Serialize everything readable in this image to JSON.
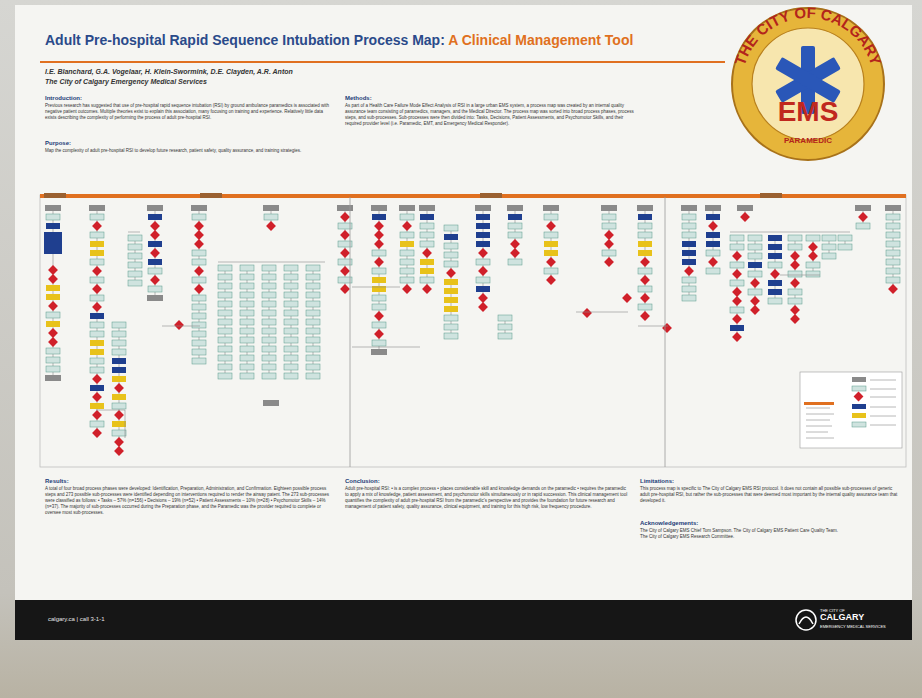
{
  "diagram": {
    "title": "Adult Pre-hospital Rapid Sequence Intubation Process Map:",
    "labels": [
      "A Clinical Management Tool",
      "I.E. Blanchard, G.A. Vogelaar, H. Klein-Swormink, D.E. Clayden, A.R. Anton",
      "The City of Calgary Emergency Medical Services",
      "Introduction:",
      "Previous research has suggested that use of pre-hospital rapid sequence intubation (RSI) by ground ambulance paramedics is associated with negative patient outcomes. Multiple theories exist to explain this association, many focusing on training and experience. Relatively little data exists describing the complexity of performing the process of adult pre-hospital RSI.",
      "Purpose:",
      "Map the complexity of adult pre-hospital RSI to develop future research, patient safety, quality assurance, and training strategies.",
      "Methods:",
      "As part of a Health Care Failure Mode Effect Analysis of RSI in a large urban EMS system, a process map was created by an internal quality assurance team consisting of paramedics, managers, and the Medical Director. The process map was sorted into broad process phases, process steps, and sub-processes. Sub-processes were then divided into: Tasks, Decisions, Patient Assessments, and Psychomotor Skills, and their required provider level (i.e. Paramedic, EMT, and Emergency Medical Responder).",
      "Results:",
      "A total of four broad process phases were developed: Identification, Preparation, Administration, and Confirmation. Eighteen possible process steps and 273 possible sub-processes were identified depending on interventions required to render the airway patent. The 273 sub-processes were classified as follows: • Tasks – 57% (n=156) • Decisions – 19% (n=52) • Patient Assessments – 10% (n=28) • Psychomotor Skills – 14% (n=37). The majority of sub-processes occurred during the Preparation phase, and the Paramedic was the provider required to complete or oversee most sub-processes.",
      "Conclusion:",
      "Adult pre-hospital RSI: • is a complex process • places considerable skill and knowledge demands on the paramedic • requires the paramedic to apply a mix of knowledge, patient assessment, and psychomotor skills simultaneously or in rapid succession. This clinical management tool quantifies the complexity of adult pre-hospital RSI from the paramedic's perspective and provides the foundation for future research and management of patient safety, quality assurance, clinical equipment, and training for this high risk, low frequency procedure.",
      "Limitations:",
      "This process map is specific to The City of Calgary EMS RSI protocol. It does not contain all possible sub-processes of generic adult pre-hospital RSI, but rather the sub-processes that were deemed most important by the internal quality assurance team that developed it.",
      "Acknowledgements:",
      "The City of Calgary EMS Chief Tom Sampson. The City of Calgary EMS Patient Care Quality Team. The City of Calgary EMS Research Committee.",
      "calgary.ca | call 3-1-1",
      "THE CITY OF CALGARY",
      "EMS",
      "PARAMEDIC",
      "THE CITY OF",
      "CALGARY",
      "EMERGENCY MEDICAL SERVICES"
    ]
  }
}
